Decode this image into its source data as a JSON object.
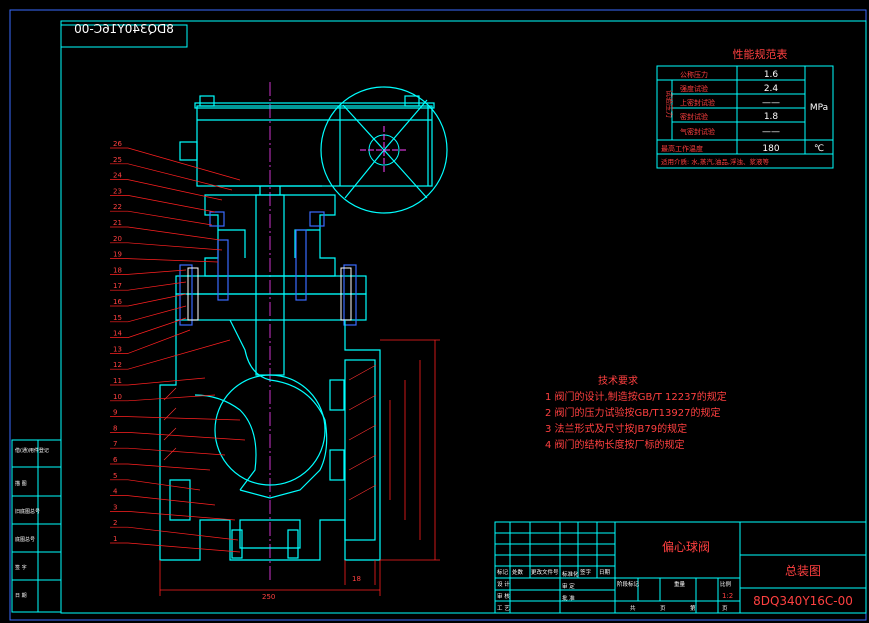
{
  "drawing": {
    "code_mirrored": "8DQ340Y16C-00",
    "code": "8DQ340Y16C-00",
    "title_block": {
      "part_name": "偏心球阀",
      "drawing_type": "总装图",
      "scale": "1:2",
      "scale_header": "比例",
      "row_labels": [
        "设 计",
        "审 核",
        "工 艺"
      ],
      "row_labels_right": [
        "标准化",
        "审 定",
        "批 准"
      ],
      "header_marks": [
        "标记",
        "处数",
        "更改文件号",
        "签字",
        "日期"
      ],
      "weight_headers": [
        "阶段标记",
        "重量",
        "比例"
      ],
      "sheet_labels": [
        "共",
        "页",
        "第",
        "页"
      ]
    },
    "side_table": [
      "借(通)用件登记",
      "描 图",
      "旧底图总号",
      "底图总号",
      "签 字",
      "日 期"
    ]
  },
  "performance_table": {
    "title": "性能规范表",
    "group_label": "试验压力",
    "rows": [
      {
        "label": "公称压力",
        "value": "1.6"
      },
      {
        "label": "强度试验",
        "value": "2.4"
      },
      {
        "label": "上密封试验",
        "value": "——"
      },
      {
        "label": "密封试验",
        "value": "1.8"
      },
      {
        "label": "气密封试验",
        "value": "——"
      },
      {
        "label": "最高工作温度",
        "value": "180"
      }
    ],
    "unit_pressure": "MPa",
    "unit_temp": "℃",
    "medium": "适用介质: 水,蒸汽,油品,浮浊、浆液等"
  },
  "tech_requirements": {
    "title": "技术要求",
    "items": [
      "1  阀门的设计,制造按GB/T 12237的规定",
      "2  阀门的压力试验按GB/T13927的规定",
      "3  法兰形式及尺寸按JB79的规定",
      "4  阀门的结构长度按厂标的规定"
    ]
  },
  "balloons": [
    "1",
    "2",
    "3",
    "4",
    "5",
    "6",
    "7",
    "8",
    "9",
    "10",
    "11",
    "12",
    "13",
    "14",
    "15",
    "16",
    "17",
    "18",
    "19",
    "20",
    "21",
    "22",
    "23",
    "24",
    "25",
    "26"
  ],
  "dimensions": {
    "length": "250",
    "flange": "18"
  },
  "colors": {
    "frame": "#00ffff",
    "part": "#00ffff",
    "leader": "#ff2020",
    "dim": "#ff2020",
    "text_red": "#ff4040",
    "text_white": "#ffffff",
    "bolt": "#3a6cff",
    "center": "#ff40ff",
    "hatch": "#ff3030"
  }
}
